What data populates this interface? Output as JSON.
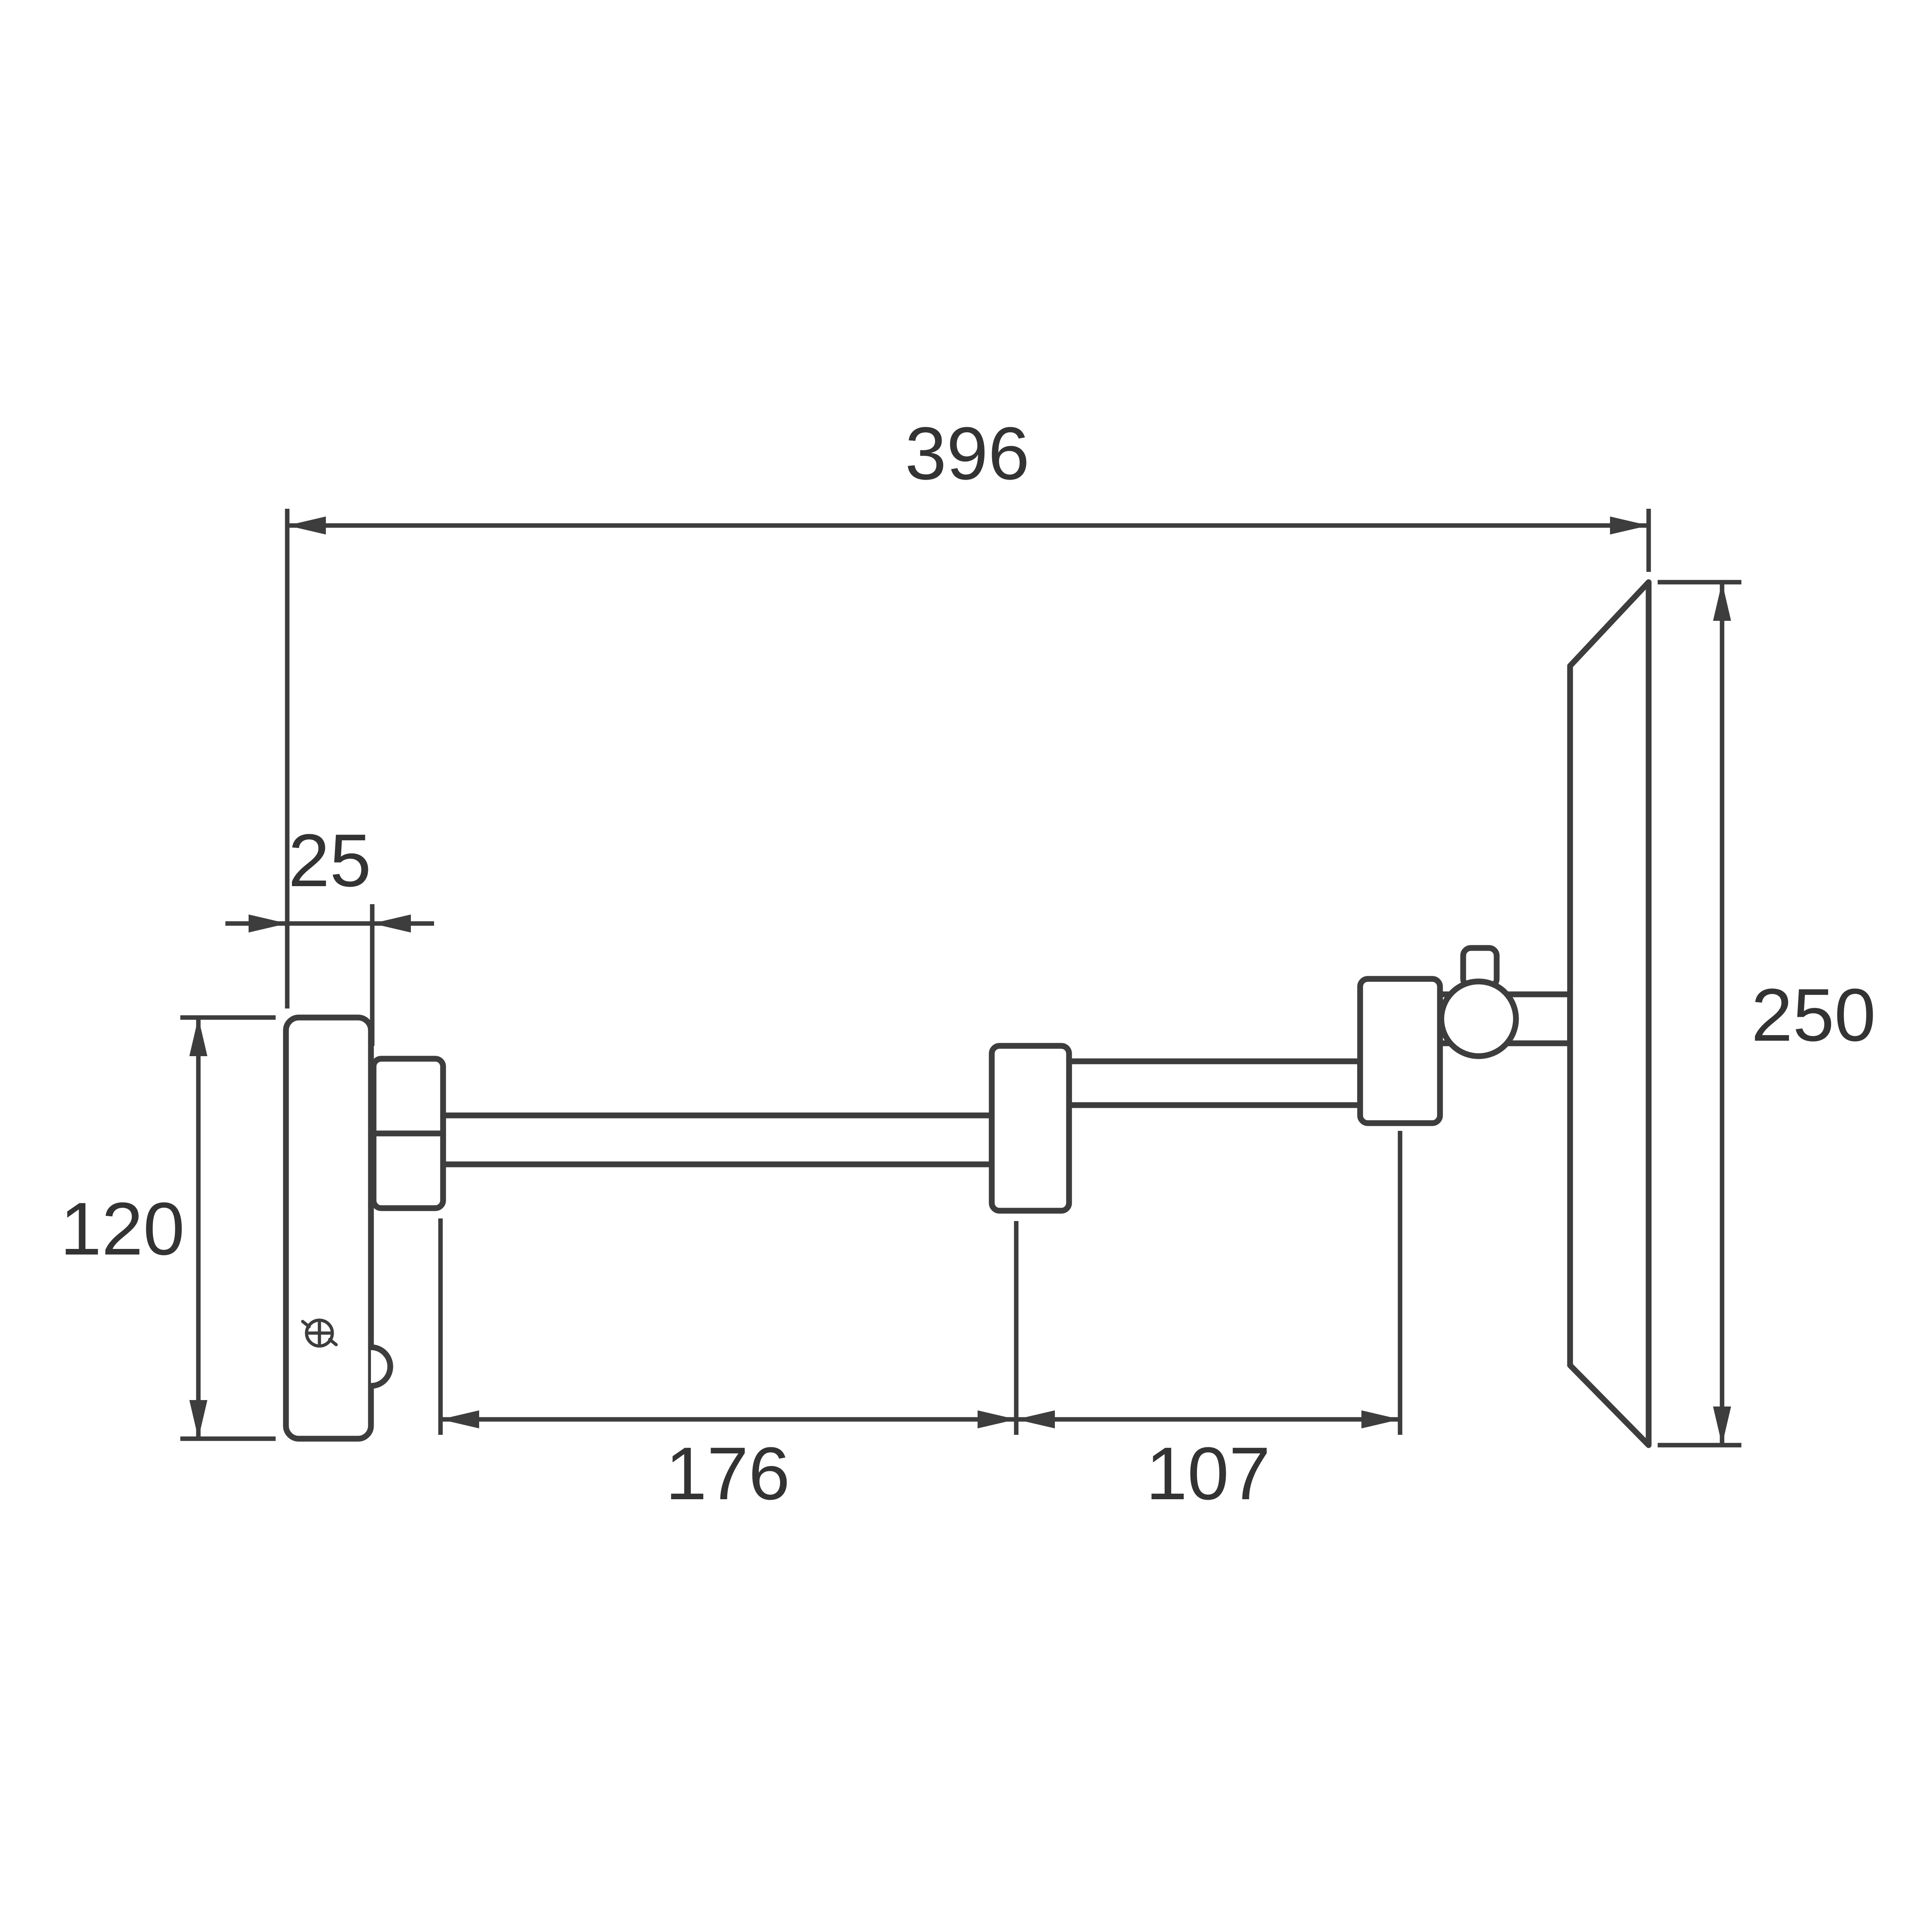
{
  "drawing": {
    "style": {
      "line_color": "#3d3d3d",
      "text_color": "#333333",
      "background": "#ffffff"
    },
    "dimensions": {
      "overall_width": "396",
      "plate_depth": "25",
      "plate_height": "120",
      "arm_segment_1": "176",
      "arm_segment_2": "107",
      "mirror_height": "250"
    }
  }
}
